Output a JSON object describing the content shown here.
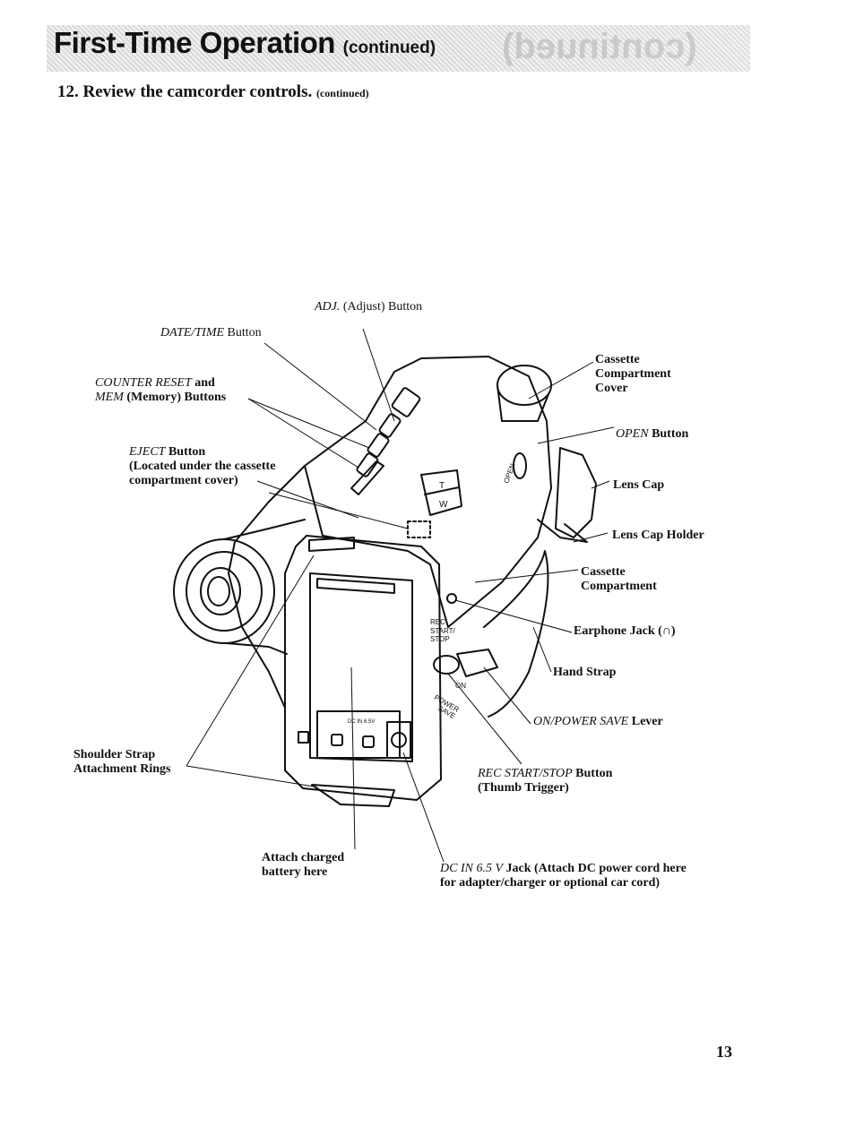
{
  "header": {
    "title": "First-Time Operation",
    "title_suffix": "(continued)"
  },
  "section": {
    "heading": "12. Review the camcorder controls.",
    "heading_suffix": "(continued)"
  },
  "callouts": {
    "adj_button": {
      "emph": "ADJ.",
      "rest": " (Adjust) Button"
    },
    "date_time_button": {
      "emph": "DATE/TIME",
      "rest": " Button"
    },
    "counter_reset": {
      "emph1": "COUNTER RESET",
      "mid": " and",
      "emph2": "MEM",
      "rest": " (Memory) Buttons"
    },
    "eject_button": {
      "emph": "EJECT",
      "rest": " Button",
      "line2": "(Located under the cassette",
      "line3": "compartment cover)"
    },
    "cassette_cover": {
      "line1": "Cassette",
      "line2": "Compartment",
      "line3": "Cover"
    },
    "open_button": {
      "emph": "OPEN",
      "rest": " Button"
    },
    "lens_cap": {
      "text": "Lens Cap"
    },
    "lens_cap_holder": {
      "text": "Lens Cap Holder"
    },
    "cassette_compartment": {
      "line1": "Cassette",
      "line2": "Compartment"
    },
    "earphone_jack": {
      "text": "Earphone Jack (",
      "symbol": "∩",
      "close": ")"
    },
    "hand_strap": {
      "text": "Hand Strap"
    },
    "on_power_save": {
      "emph": "ON/POWER SAVE",
      "rest": " Lever"
    },
    "shoulder_strap": {
      "line1": "Shoulder Strap",
      "line2": "Attachment Rings"
    },
    "rec_start_stop": {
      "emph": "REC START/STOP",
      "rest": " Button",
      "line2": "(Thumb Trigger)"
    },
    "attach_battery": {
      "line1": "Attach charged",
      "line2": "battery here"
    },
    "dc_in": {
      "emph": "DC IN 6.5 V",
      "rest": " Jack (Attach DC power cord here",
      "line2": "for adapter/charger or optional car cord)"
    }
  },
  "device_markings": {
    "rec": "REC",
    "start_stop_1": "START/",
    "start_stop_2": "STOP",
    "open": "OPEN",
    "on": "ON",
    "power": "POWER",
    "save": "SAVE",
    "dc_in": "DC IN 6.5V",
    "zoom_t": "T",
    "zoom_w": "W"
  },
  "page_number": "13"
}
